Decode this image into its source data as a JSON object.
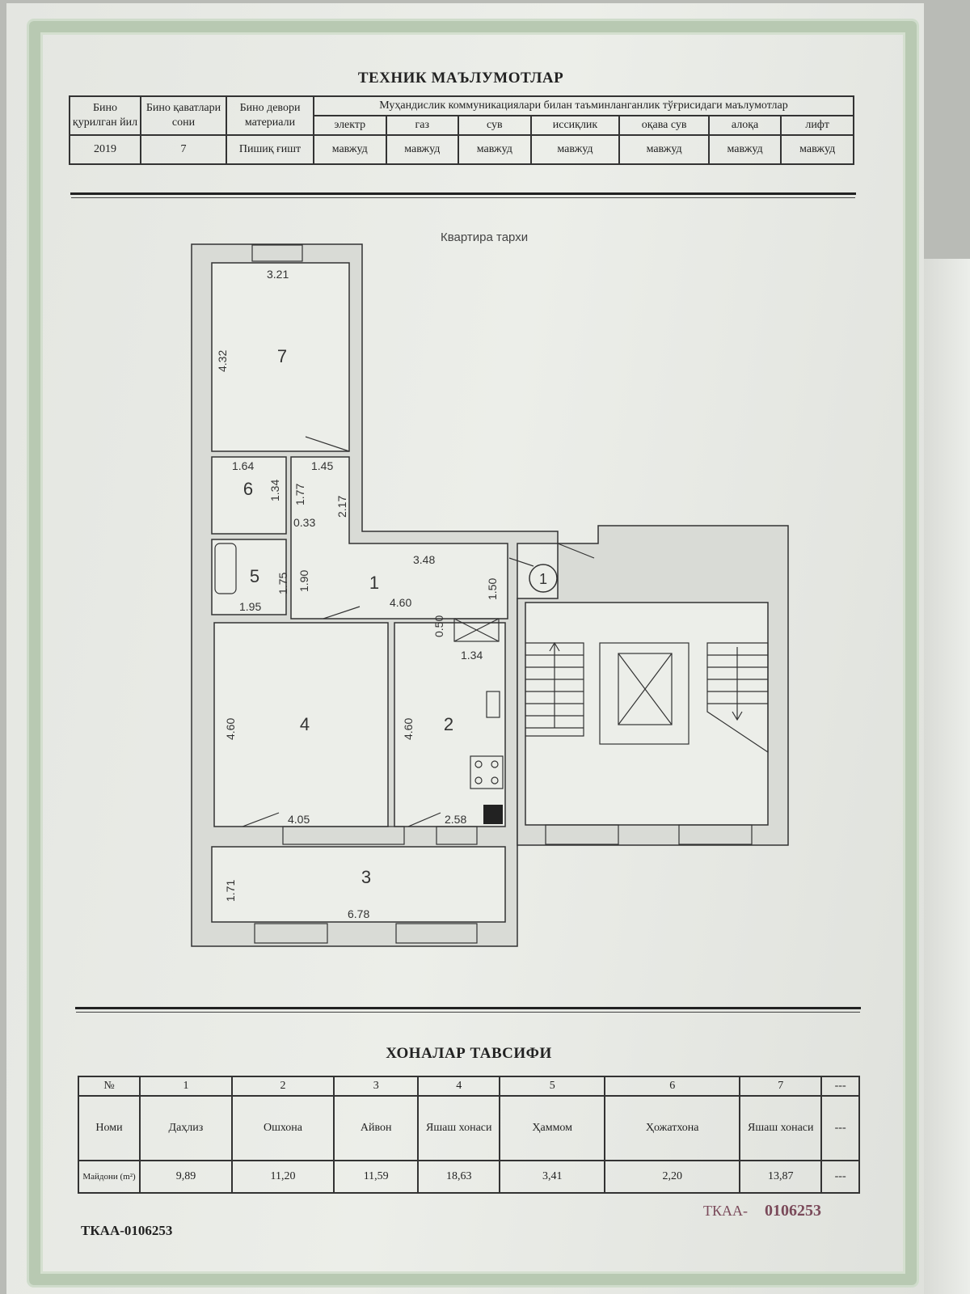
{
  "tech": {
    "title": "ТЕХНИК МАЪЛУМОТЛАР",
    "headers": {
      "year": "Бино қурилган йил",
      "floors": "Бино қаватлари сони",
      "wall": "Бино девори материали",
      "comms": "Муҳандислик коммуникациялари билан таъминланганлик тўғрисидаги маълумотлар"
    },
    "utilities": [
      "электр",
      "газ",
      "сув",
      "иссиқлик",
      "оқава сув",
      "алоқа",
      "лифт"
    ],
    "values": {
      "year": "2019",
      "floors": "7",
      "wall": "Пишиқ ғишт"
    },
    "utility_values": [
      "мавжуд",
      "мавжуд",
      "мавжуд",
      "мавжуд",
      "мавжуд",
      "мавжуд",
      "мавжуд"
    ]
  },
  "plan": {
    "caption": "Квартира тархи",
    "rooms": [
      "1",
      "2",
      "3",
      "4",
      "5",
      "6",
      "7"
    ],
    "dims": {
      "r7_w": "3.21",
      "r7_h": "4.32",
      "r6_w": "1.64",
      "r6_h": "1.34",
      "h1": "1.45",
      "h2": "1.77",
      "h3": "2.17",
      "h4": "0.33",
      "r5_h": "1.75",
      "r5_v": "1.90",
      "r5_w": "1.95",
      "hall_w": "3.48",
      "hall_w2": "4.60",
      "hall_h": "1.50",
      "k1": "0.50",
      "k2": "1.34",
      "r4_h": "4.60",
      "r4_w": "4.05",
      "r2_h": "4.60",
      "r2_w": "2.58",
      "r3_h": "1.71",
      "r3_w": "6.78"
    },
    "entrance": "1"
  },
  "rooms_table": {
    "title": "ХОНАЛАР ТАВСИФИ",
    "row_labels": {
      "num": "№",
      "name": "Номи",
      "area": "Майдони (m²)"
    },
    "rows": [
      {
        "num": "1",
        "name": "Даҳлиз",
        "area": "9,89"
      },
      {
        "num": "2",
        "name": "Ошхона",
        "area": "11,20"
      },
      {
        "num": "3",
        "name": "Айвон",
        "area": "11,59"
      },
      {
        "num": "4",
        "name": "Яшаш хонаси",
        "area": "18,63"
      },
      {
        "num": "5",
        "name": "Ҳаммом",
        "area": "3,41"
      },
      {
        "num": "6",
        "name": "Ҳожатхона",
        "area": "2,20"
      },
      {
        "num": "7",
        "name": "Яшаш хонаси",
        "area": "13,87"
      },
      {
        "num": "---",
        "name": "---",
        "area": "---"
      }
    ]
  },
  "serial": {
    "prefix": "ТКАА-",
    "number": "0106253",
    "bottom": "ТКАА-0106253"
  }
}
